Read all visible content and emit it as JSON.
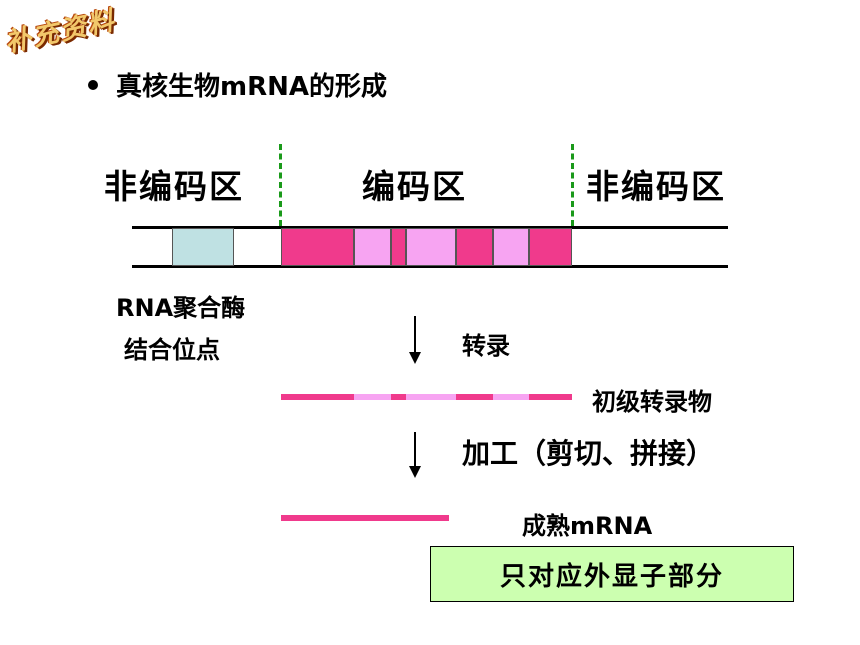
{
  "stamp": "补充资料",
  "heading": "真核生物mRNA的形成",
  "regions": {
    "left": "非编码区",
    "middle": "编码区",
    "right": "非编码区"
  },
  "binding_site": {
    "line1": "RNA聚合酶",
    "line2": "结合位点"
  },
  "steps": {
    "transcription": "转录",
    "processing": "加工（剪切、拼接）"
  },
  "products": {
    "primary": "初级转录物",
    "mature": "成熟mRNA"
  },
  "note": "只对应外显子部分",
  "colors": {
    "exon": "#f03a8c",
    "intron": "#f7a4f2",
    "promoter": "#bfe1e3",
    "guide": "#1a9a1a",
    "note_bg": "#ccffb0"
  }
}
